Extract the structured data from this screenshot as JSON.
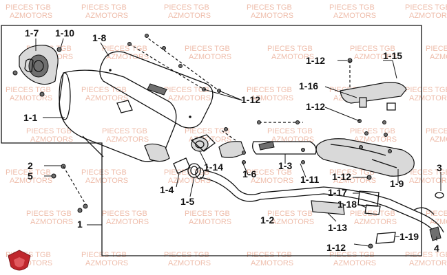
{
  "watermark": {
    "line1": "PIECES TGB",
    "line2": "AZMOTORS"
  },
  "callouts": {
    "p1": "1",
    "p1_1": "1-1",
    "p1_2": "1-2",
    "p1_3": "1-3",
    "p1_4": "1-4",
    "p1_5": "1-5",
    "p1_6": "1-6",
    "p1_7": "1-7",
    "p1_8": "1-8",
    "p1_9": "1-9",
    "p1_10": "1-10",
    "p1_11": "1-11",
    "p1_12a": "1-12",
    "p1_12b": "1-12",
    "p1_12c": "1-12",
    "p1_12d": "1-12",
    "p1_12e": "1-12",
    "p1_13": "1-13",
    "p1_14": "1-14",
    "p1_15": "1-15",
    "p1_16": "1-16",
    "p1_17": "1-17",
    "p1_18": "1-18",
    "p1_19": "1-19",
    "p2": "2",
    "p3": "3",
    "p4": "4",
    "p5": "5"
  },
  "colors": {
    "watermark": "#e9a78f",
    "logo": "#c0272d",
    "line": "#111111"
  },
  "logo": {
    "icon": "shield-logo-icon"
  }
}
